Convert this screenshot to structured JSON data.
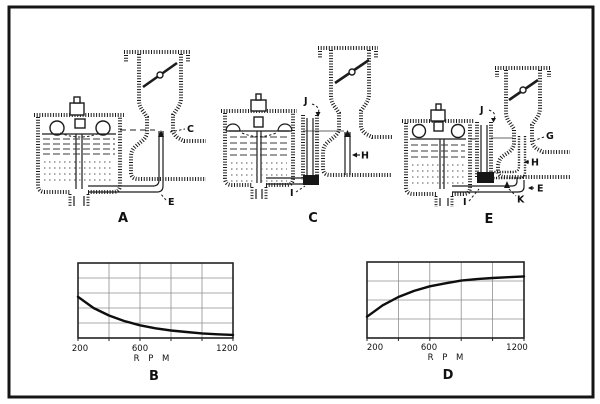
{
  "figure": {
    "background": "#ffffff",
    "frame_color": "#151515"
  },
  "diagrams": [
    {
      "caption": "A",
      "labels": {
        "C": "C",
        "E": "E"
      }
    },
    {
      "caption": "C",
      "labels": {
        "J": "J",
        "I": "I",
        "H": "H"
      }
    },
    {
      "caption": "E",
      "labels": {
        "J": "J",
        "G": "G",
        "H": "H",
        "E": "E",
        "I": "I",
        "K": "K"
      }
    }
  ],
  "chart_data": [
    {
      "id": "B",
      "caption": "B",
      "type": "line",
      "xlabel": "R P M",
      "ylabel": "",
      "xlim": [
        200,
        1200
      ],
      "xticks": [
        "200",
        "600",
        "1200"
      ],
      "x_grid_step": 200,
      "y_divisions": 5,
      "grid": true,
      "legend": "none",
      "x": [
        200,
        300,
        400,
        500,
        600,
        700,
        800,
        900,
        1000,
        1100,
        1200
      ],
      "y": [
        0.55,
        0.4,
        0.3,
        0.225,
        0.17,
        0.13,
        0.1,
        0.08,
        0.062,
        0.05,
        0.042
      ],
      "y_units": "relative (y-axis unlabeled; values are fraction of plot height)"
    },
    {
      "id": "D",
      "caption": "D",
      "type": "line",
      "xlabel": "R P M",
      "ylabel": "",
      "xlim": [
        200,
        1200
      ],
      "xticks": [
        "200",
        "600",
        "1200"
      ],
      "x_grid_step": 200,
      "y_divisions": 4,
      "grid": true,
      "legend": "none",
      "x": [
        200,
        300,
        400,
        500,
        600,
        700,
        800,
        900,
        1000,
        1100,
        1200
      ],
      "y": [
        0.28,
        0.43,
        0.54,
        0.62,
        0.68,
        0.72,
        0.755,
        0.775,
        0.79,
        0.8,
        0.81
      ],
      "y_units": "relative (y-axis unlabeled; values are fraction of plot height)"
    }
  ]
}
